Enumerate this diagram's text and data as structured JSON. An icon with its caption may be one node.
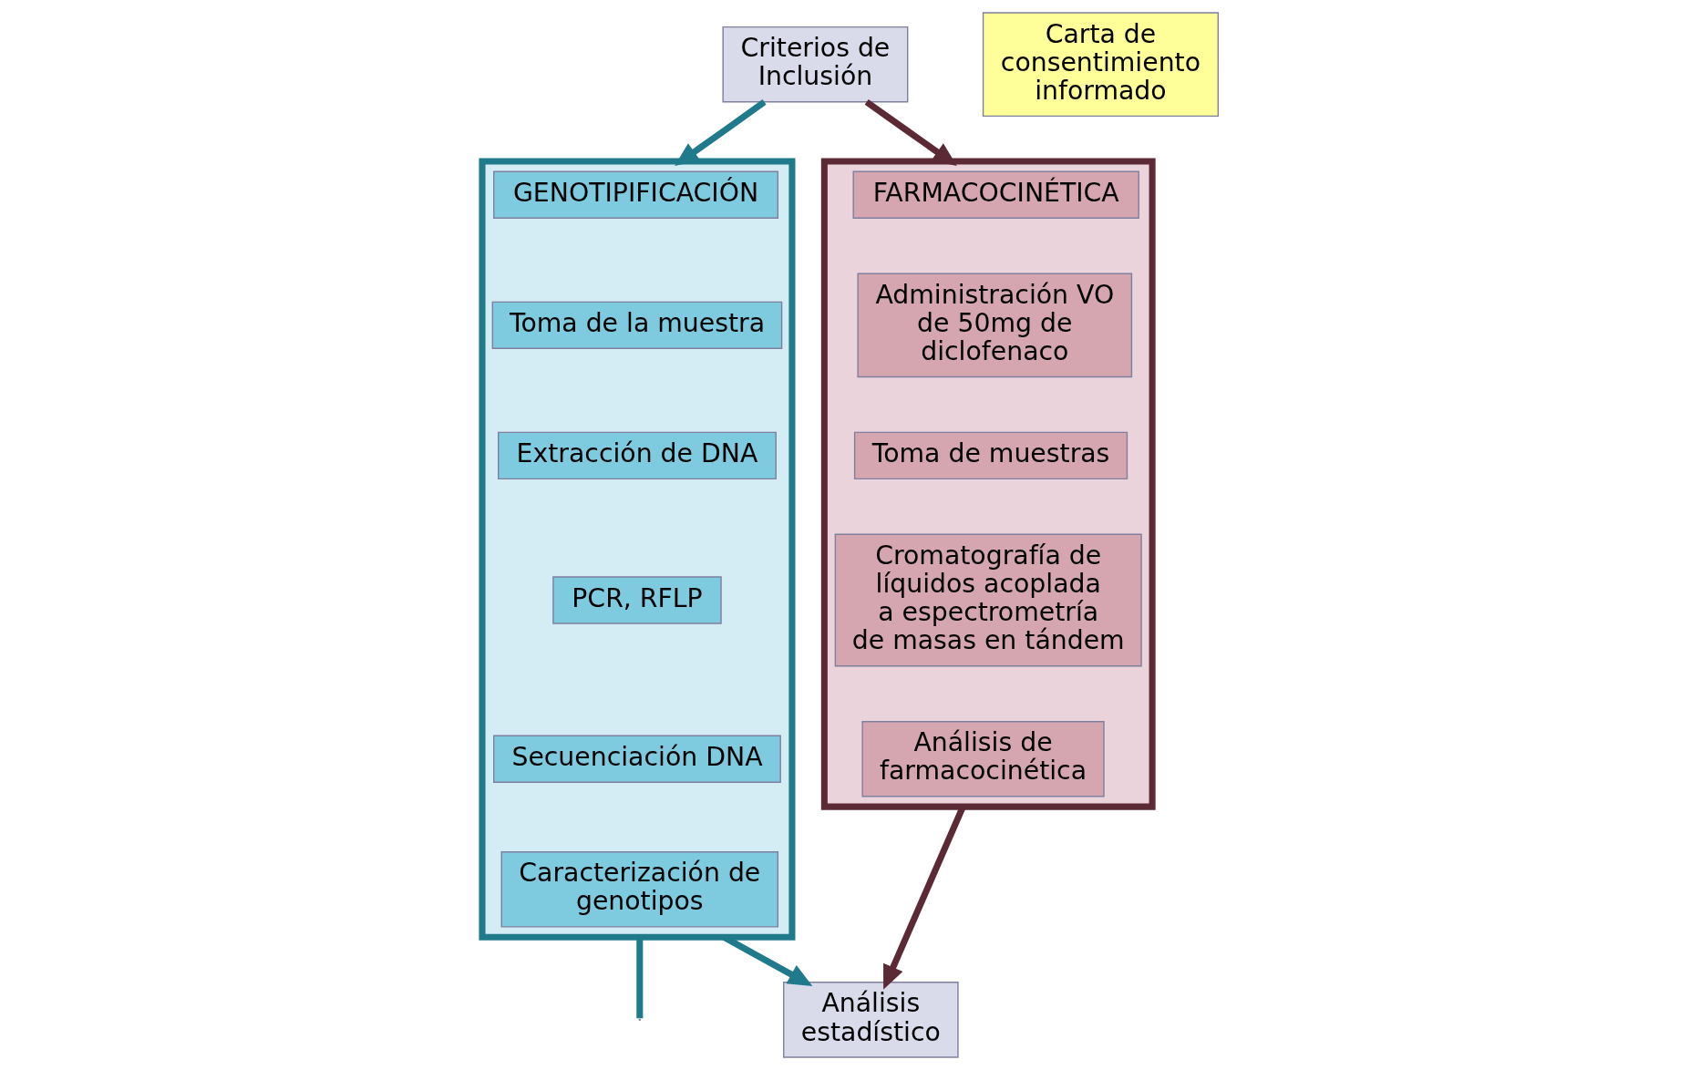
{
  "diagram": {
    "nodes": [
      {
        "text": [],
        "shape": "box"
      },
      {
        "text": [
          "GENOTIPIFICACIÓN"
        ],
        "in": 0
      },
      {
        "text": [
          "Toma de la muestra"
        ],
        "in": 0
      },
      {
        "text": [
          "Extracción de DNA"
        ],
        "in": 0
      },
      {
        "text": [
          "PCR, RFLP"
        ],
        "in": 0
      },
      {
        "text": [
          "Secuenciación DNA"
        ],
        "in": 0
      },
      {
        "text": [
          "Caracterización de genotipos"
        ],
        "in": 0
      },
      {
        "text": [
          "Criterios de Inclusión"
        ]
      },
      {
        "text": [],
        "shape": "box"
      },
      {
        "text": [
          "FARMACOCINÉTICA"
        ],
        "in": 8
      },
      {
        "text": [
          "Administración VO de 50mg de diclofenaco"
        ],
        "in": 8
      },
      {
        "text": [
          "Toma de muestras"
        ],
        "in": 8
      },
      {
        "text": [
          "Cromatografía de líquidos acoplada a espectrometría de masas en tándem"
        ],
        "in": 8
      },
      {
        "text": [
          "Análisis de farmacocinética"
        ],
        "in": 8
      },
      {
        "text": [
          "Carta de consentimiento informado"
        ]
      },
      {
        "text": [
          "Análisis estadístico"
        ]
      }
    ],
    "edges": [
      {
        "from": 7,
        "to": 0,
        "arrow": "to",
        "color": "#1f7a8c"
      },
      {
        "from": 7,
        "to": 8,
        "arrow": "to",
        "color": "#5c2a35"
      },
      {
        "from": 0,
        "to": 15,
        "arrow": "to",
        "color": "#1f7a8c"
      },
      {
        "from": 8,
        "to": 15,
        "arrow": "to",
        "color": "#5c2a35"
      },
      {
        "from": 0,
        "to": null,
        "arrow": "none",
        "color": "#1f7a8c"
      }
    ]
  }
}
